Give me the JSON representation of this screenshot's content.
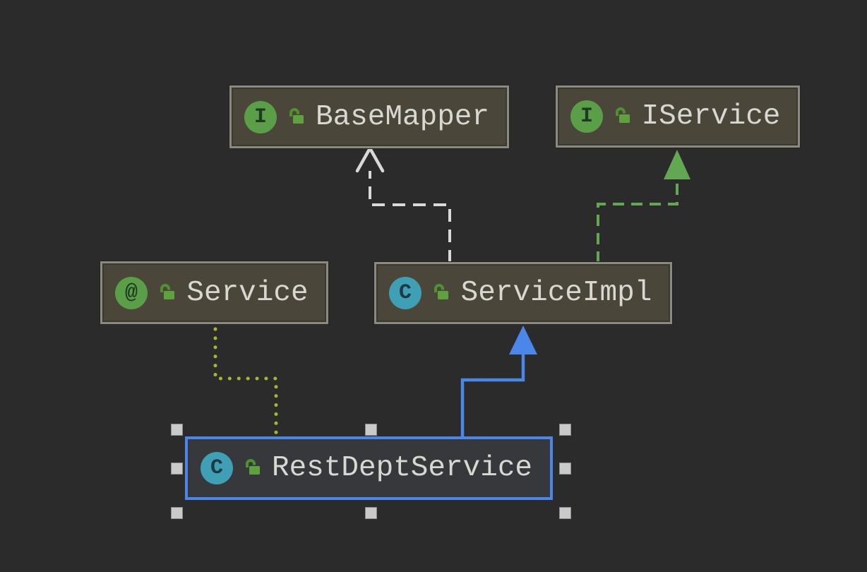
{
  "colors": {
    "canvas_bg": "#2b2b2b",
    "node_fill": "#4a4639",
    "node_border": "#8a8a83",
    "selected_node_fill": "#36383b",
    "selection_blue": "#4a87e9",
    "label_text": "#d8d8d2",
    "interface_badge_green": "#5a9e48",
    "annotation_badge_green": "#5a9e48",
    "class_badge_teal": "#3e9fb5",
    "lock_green": "#5da23c",
    "handle_gray": "#cacaca"
  },
  "diagram": {
    "nodes": [
      {
        "label": "BaseMapper",
        "badge": "I",
        "kind": "interface",
        "visibility": "public",
        "selected": false
      },
      {
        "label": "IService",
        "badge": "I",
        "kind": "interface",
        "visibility": "public",
        "selected": false
      },
      {
        "label": "Service",
        "badge": "@",
        "kind": "annotation",
        "visibility": "public",
        "selected": false
      },
      {
        "label": "ServiceImpl",
        "badge": "C",
        "kind": "class",
        "visibility": "public",
        "selected": false
      },
      {
        "label": "RestDeptService",
        "badge": "C",
        "kind": "class",
        "visibility": "public",
        "selected": true
      }
    ],
    "edges": [
      {
        "from": "ServiceImpl",
        "to": "BaseMapper",
        "relation": "realization",
        "line": "dashed",
        "arrowhead": "open-chevron",
        "color": "#d9d9d9"
      },
      {
        "from": "ServiceImpl",
        "to": "IService",
        "relation": "realization",
        "line": "dashed",
        "arrowhead": "filled-triangle",
        "color": "#62a853"
      },
      {
        "from": "RestDeptService",
        "to": "ServiceImpl",
        "relation": "inheritance",
        "line": "solid",
        "arrowhead": "filled-triangle",
        "color": "#4a87e9"
      },
      {
        "from": "RestDeptService",
        "to": "Service",
        "relation": "annotation-dependency",
        "line": "dotted",
        "arrowhead": "none",
        "color": "#a9b52f"
      }
    ],
    "selection": {
      "selected_node": "RestDeptService",
      "handle_count": 8
    }
  }
}
